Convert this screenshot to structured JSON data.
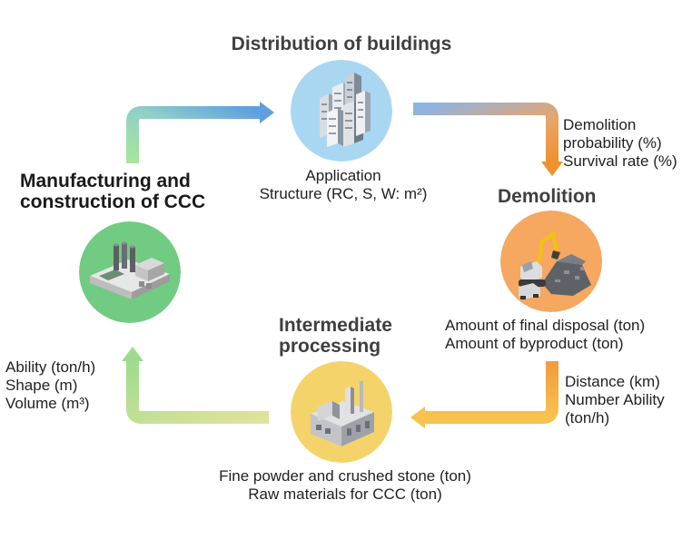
{
  "stages": {
    "distribution": {
      "title": "Distribution of buildings",
      "labels": [
        "Application",
        "Structure (RC, S, W: m²)"
      ],
      "circle_color": "#a9d7f2",
      "icon": "buildings-icon"
    },
    "demolition": {
      "title": "Demolition",
      "labels_in": [
        "Demolition",
        "probability (%)",
        "Survival rate (%)"
      ],
      "labels_out": [
        "Amount of final disposal (ton)",
        "Amount of byproduct (ton)"
      ],
      "circle_color": "#f6a760",
      "icon": "excavator-icon"
    },
    "intermediate": {
      "title_lines": [
        "Intermediate",
        "processing"
      ],
      "labels_in": [
        "Distance (km)",
        "Number Ability",
        "(ton/h)"
      ],
      "labels_out": [
        "Fine powder and crushed stone (ton)",
        "Raw materials for CCC (ton)"
      ],
      "circle_color": "#f4d46a",
      "icon": "factory-icon"
    },
    "manufacturing": {
      "title_lines": [
        "Manufacturing and",
        "construction of CCC"
      ],
      "labels": [
        "Ability (ton/h)",
        "Shape (m)",
        "Volume (m³)"
      ],
      "circle_color": "#72cb83",
      "icon": "plant-icon"
    }
  },
  "colors": {
    "arrow_green": "#7fd58a",
    "arrow_blue": "#5a9be0",
    "arrow_orange": "#f39a3a",
    "arrow_yellow": "#f6cf5a"
  }
}
